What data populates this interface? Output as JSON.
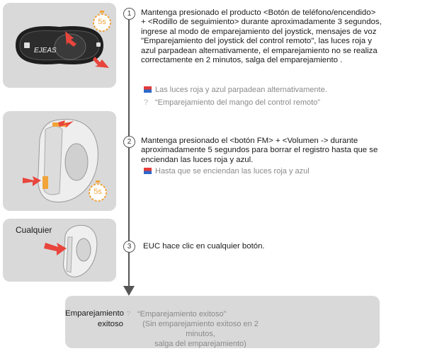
{
  "steps": [
    {
      "number": "1",
      "text": "Mantenga presionado el producto <Botón de teléfono/encendido> + <Rodillo de seguimiento> durante aproximadamente 3 segundos, ingrese al modo de emparejamiento del joystick, mensajes de voz \"Emparejamiento del joystick del control remoto\", las luces roja y azul parpadean alternativamente, el emparejamiento no se realiza correctamente en 2 minutos, salga del emparejamiento .",
      "lines": [
        "Mantenga presionado el producto <Botón de teléfono/encendido>",
        "+ <Rodillo de seguimiento> durante aproximadamente 3 segundos,",
        "ingrese al modo de emparejamiento del joystick, mensajes de voz",
        "\"Emparejamiento del joystick del control remoto\", las luces roja y",
        "azul parpadean alternativamente, el emparejamiento no se realiza",
        "correctamente en 2 minutos, salga del emparejamiento ."
      ],
      "light_note": "Las luces roja y azul parpadean alternativamente.",
      "voice_note": "“Emparejamiento del mango del control remoto”",
      "timer": "5s"
    },
    {
      "number": "2",
      "lines": [
        "Mantenga presionado el <botón FM> + <Volumen -> durante",
        "aproximadamente 5 segundos para borrar el registro hasta que se",
        "enciendan las luces roja y azul."
      ],
      "light_note": "Hasta que se enciendan las luces roja y azul",
      "timer": "5s"
    },
    {
      "number": "3",
      "lines": [
        "EUC hace clic en cualquier botón."
      ],
      "panel_label": "Cualquier"
    }
  ],
  "device_logo": "EJEAS",
  "result": {
    "label_line1": "Emparejamiento",
    "label_line2": "exitoso",
    "voice": "“Emparejamiento exitoso”",
    "note_line1": "(Sin emparejamiento exitoso en 2 minutos,",
    "note_line2": "salga del emparejamiento)"
  },
  "colors": {
    "red": "#e53a3a",
    "blue": "#2d67c9",
    "arrow": "#e8453c",
    "timer": "#f0a43a"
  },
  "icons": {
    "light": "red-blue-light-icon",
    "voice": "voice-prompt-icon",
    "timer": "stopwatch-icon",
    "arrow": "press-arrow-icon"
  }
}
